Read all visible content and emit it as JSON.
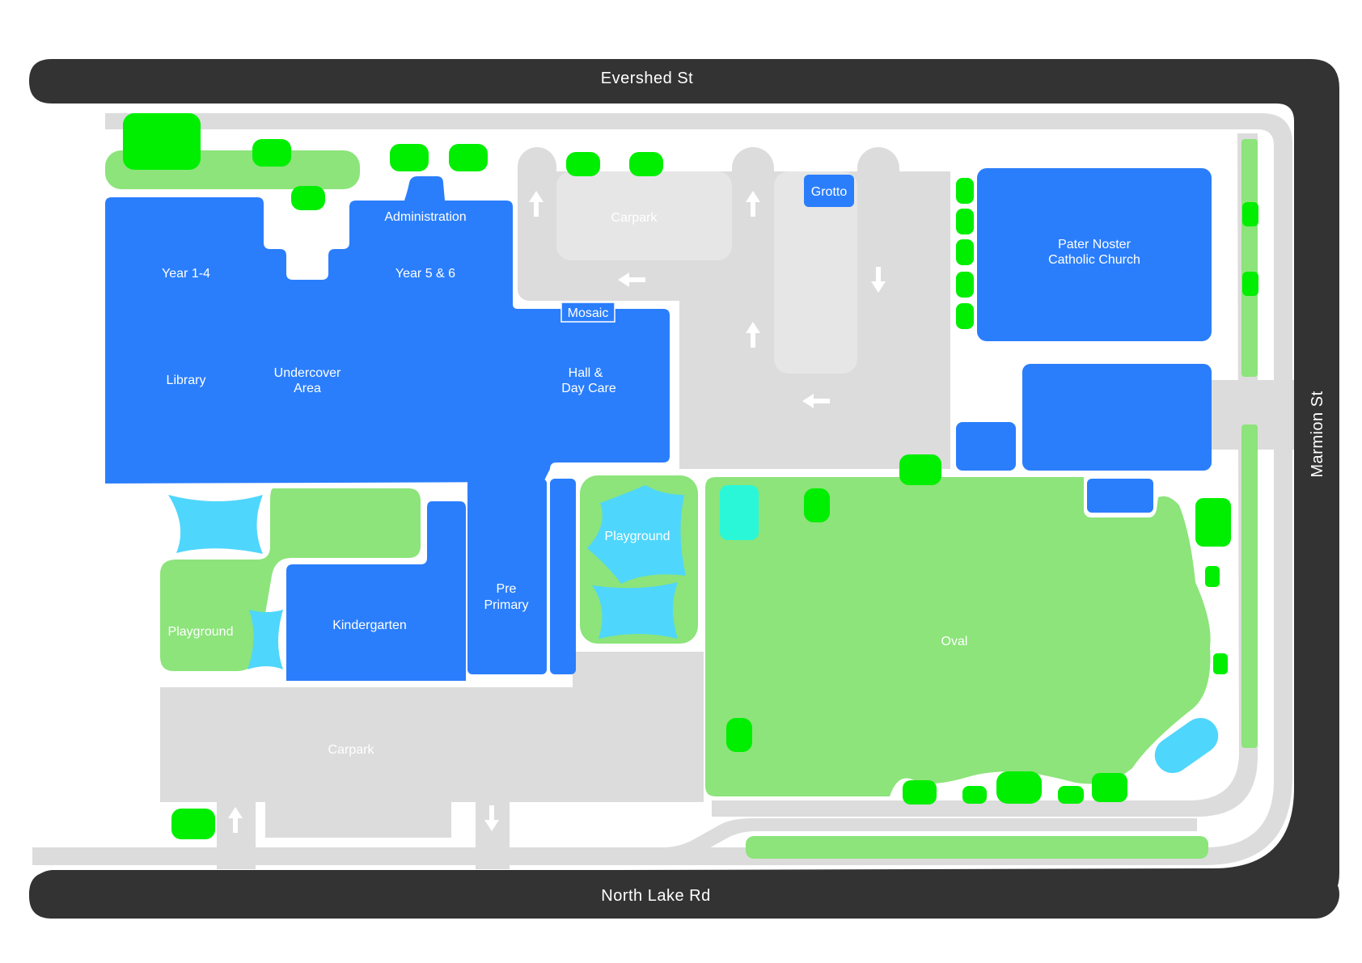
{
  "colors": {
    "road": "#333333",
    "path": "#dcdcdc",
    "building": "#2a7efc",
    "grass": "#8ce47a",
    "tree": "#00ee00",
    "shade": "#4fd6fc",
    "pool": "#2af7d8"
  },
  "roads": {
    "top": "Evershed St",
    "bottom": "North Lake Rd",
    "right": "Marmion St"
  },
  "buildings": {
    "administration": "Administration",
    "year_1_4": "Year 1-4",
    "year_5_6": "Year 5 & 6",
    "library": "Library",
    "undercover_line1": "Undercover",
    "undercover_line2": "Area",
    "mosaic": "Mosaic",
    "hall_line1": "Hall &",
    "hall_line2": "Day Care",
    "grotto": "Grotto",
    "church_line1": "Pater Noster",
    "church_line2": "Catholic Church",
    "kindergarten": "Kindergarten",
    "preprimary_line1": "Pre",
    "preprimary_line2": "Primary"
  },
  "areas": {
    "carpark_top": "Carpark",
    "carpark_bottom": "Carpark",
    "playground_left": "Playground",
    "playground_center": "Playground",
    "oval": "Oval"
  },
  "icons": {
    "arrow_up": "arrow-up-icon",
    "arrow_down": "arrow-down-icon",
    "arrow_left": "arrow-left-icon"
  }
}
